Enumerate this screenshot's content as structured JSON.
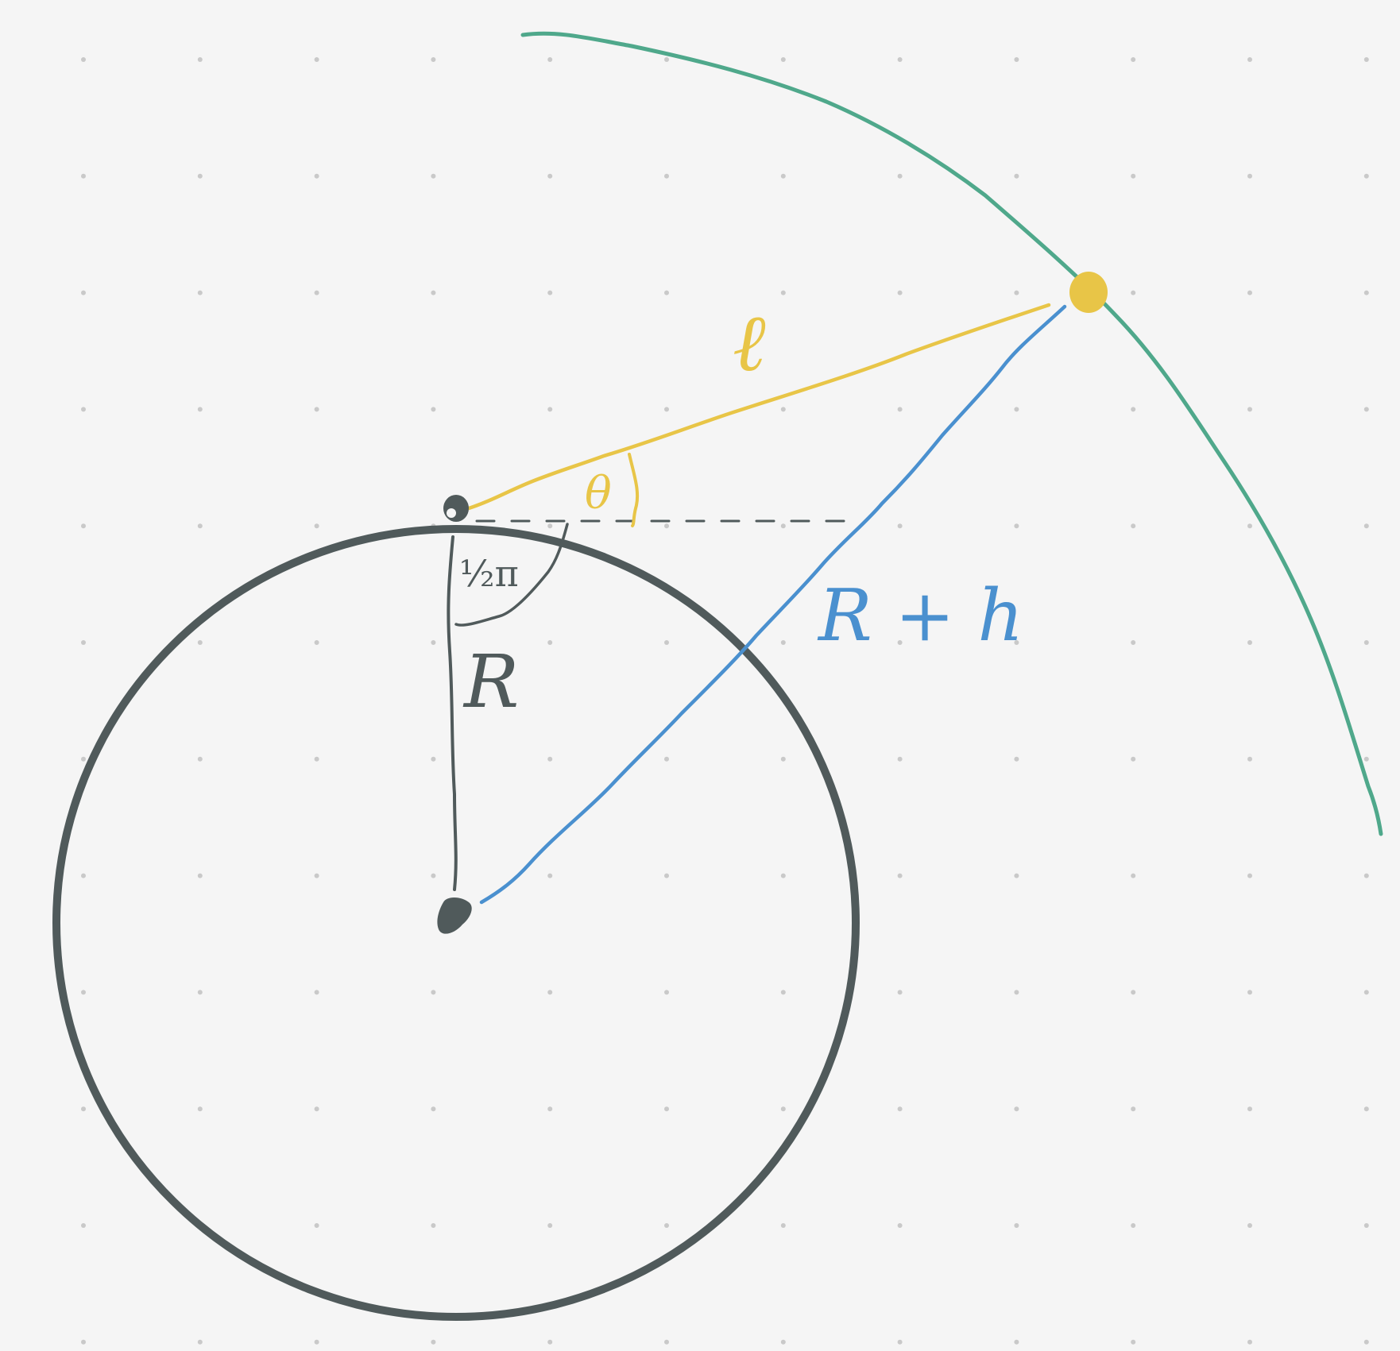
{
  "labels": {
    "line_of_sight": "ℓ",
    "angle": "θ",
    "right_angle": "½π",
    "radius": "R",
    "orbit_radius": "R + h"
  },
  "colors": {
    "background": "#f5f5f5",
    "grid_dot": "#c9c9c9",
    "planet": "#505a5b",
    "orbit": "#4fa88b",
    "line_of_sight": "#e8c547",
    "orbit_radius": "#4a90cf",
    "satellite": "#e8c547"
  }
}
